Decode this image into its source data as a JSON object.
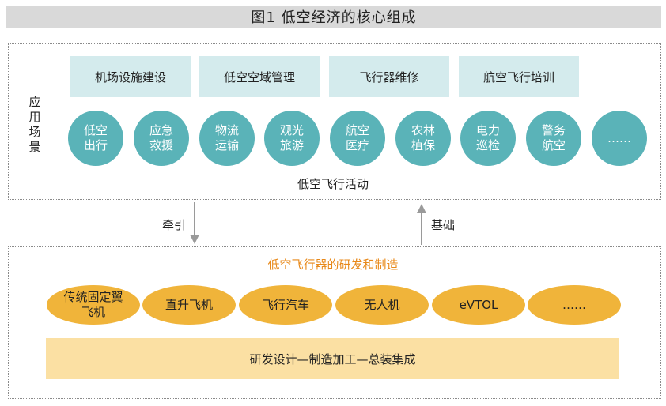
{
  "title": "图1  低空经济的核心组成",
  "top_section": {
    "side_label": "应\n用\n场\n景",
    "categories": [
      "机场设施建设",
      "低空空域管理",
      "飞行器维修",
      "航空飞行培训"
    ],
    "scenarios": [
      "低空\n出行",
      "应急\n救援",
      "物流\n运输",
      "观光\n旅游",
      "航空\n医疗",
      "农林\n植保",
      "电力\n巡检",
      "警务\n航空",
      "……"
    ],
    "caption": "低空飞行活动"
  },
  "arrows": {
    "down_label": "牵引",
    "up_label": "基础"
  },
  "bottom_section": {
    "caption": "低空飞行器的研发和制造",
    "aircraft_types": [
      "传统固定翼\n飞机",
      "直升飞机",
      "飞行汽车",
      "无人机",
      "eVTOL",
      "……"
    ],
    "process": "研发设计—制造加工—总装集成"
  },
  "colors": {
    "title_bg": "#d9d9d9",
    "category_bg": "#d4ebed",
    "scenario_circle": "#5ab3b8",
    "aircraft_ellipse": "#f0b43a",
    "process_bar": "#fbe0a3",
    "orange_text": "#e8891a",
    "arrow": "#9a9a9a"
  }
}
